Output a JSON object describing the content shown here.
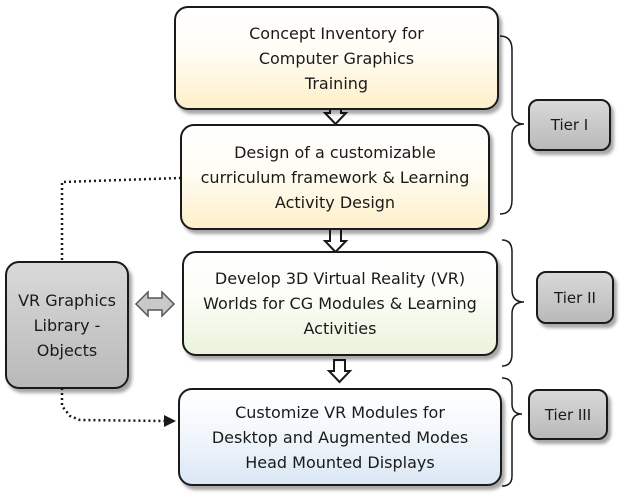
{
  "boxes": {
    "concept_inventory": [
      "Concept Inventory for",
      "Computer Graphics",
      "Training"
    ],
    "curriculum_design": [
      "Design of a customizable",
      "curriculum framework & Learning",
      "Activity Design"
    ],
    "vr_worlds": [
      "Develop 3D Virtual Reality (VR)",
      "Worlds for CG Modules & Learning",
      "Activities"
    ],
    "customize_modules": [
      "Customize VR Modules for",
      "Desktop and Augmented Modes",
      "Head Mounted Displays"
    ]
  },
  "library": [
    "VR Graphics",
    "Library -",
    "Objects"
  ],
  "tiers": {
    "tier1": "Tier I",
    "tier2": "Tier II",
    "tier3": "Tier III"
  }
}
